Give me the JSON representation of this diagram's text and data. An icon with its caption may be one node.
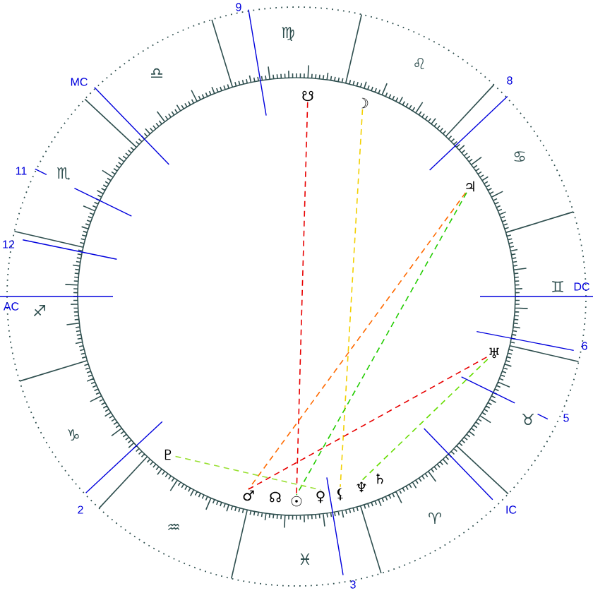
{
  "diagram": {
    "nodes": [
      {
        "text": [
          "☋"
        ]
      },
      {
        "text": [
          "☽"
        ]
      },
      {
        "text": [
          "♃"
        ]
      },
      {
        "text": [
          "♅"
        ]
      },
      {
        "text": [
          "♇"
        ]
      },
      {
        "text": [
          "♂"
        ]
      },
      {
        "text": [
          "☊"
        ]
      },
      {
        "text": [
          "☉"
        ]
      },
      {
        "text": [
          "♀"
        ]
      },
      {
        "text": [
          "⚸"
        ]
      },
      {
        "text": [
          "♆"
        ]
      },
      {
        "text": [
          "♄"
        ]
      }
    ],
    "edges": [
      {
        "from": 0,
        "to": 7,
        "arrow": "none",
        "style": "dashed",
        "color": "#e80000"
      },
      {
        "from": 1,
        "to": 9,
        "arrow": "none",
        "style": "dashed",
        "color": "#f2d000"
      },
      {
        "from": 2,
        "to": 5,
        "arrow": "none",
        "style": "dashed",
        "color": "#ff6a00"
      },
      {
        "from": 2,
        "to": 7,
        "arrow": "none",
        "style": "dashed",
        "color": "#22cc00"
      },
      {
        "from": 3,
        "to": 5,
        "arrow": "none",
        "style": "dashed",
        "color": "#e80000"
      },
      {
        "from": 3,
        "to": 10,
        "arrow": "none",
        "style": "dashed",
        "color": "#66dd00"
      },
      {
        "from": 4,
        "to": 8,
        "arrow": "none",
        "style": "dashed",
        "color": "#99e033"
      }
    ],
    "labels": [
      "9",
      "♍",
      "♌",
      "♎",
      "8",
      "MC",
      "♋",
      "11",
      "♏",
      "12",
      "♊",
      "DC",
      "AC",
      "♐",
      "6",
      "5",
      "♉",
      "♑",
      "2",
      "IC",
      "♈",
      "♒",
      "♓",
      "3"
    ]
  }
}
